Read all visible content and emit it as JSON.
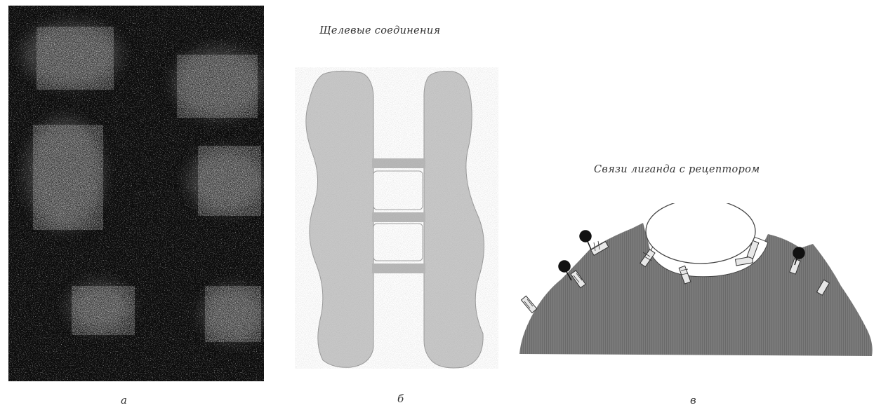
{
  "panels": {
    "a": {
      "letter": "а"
    },
    "b": {
      "title": "Щелевые соединения",
      "letter": "б"
    },
    "c": {
      "title": "Связи лиганда с рецептором",
      "letter": "в"
    }
  },
  "colors": {
    "micrograph_bg": "#0c0c0c",
    "cell_light": "#cbcbcb",
    "cell_dark": "#7a7a7a",
    "channel": "#b8b8b8",
    "vesicle": "#ffffff",
    "ligand": "#111111"
  }
}
